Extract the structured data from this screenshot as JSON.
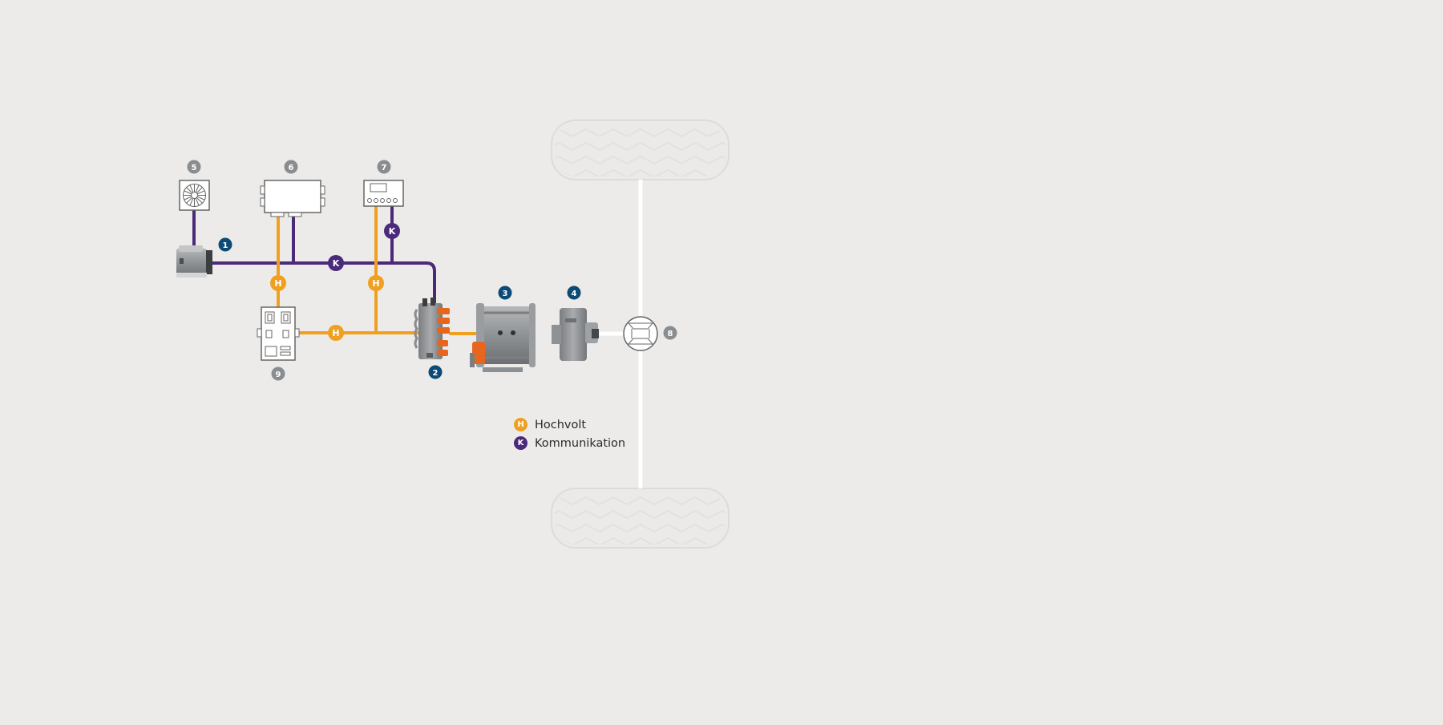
{
  "diagram": {
    "components": [
      {
        "id": "1",
        "badge_style": "blue"
      },
      {
        "id": "2",
        "badge_style": "blue"
      },
      {
        "id": "3",
        "badge_style": "blue"
      },
      {
        "id": "4",
        "badge_style": "blue"
      },
      {
        "id": "5",
        "badge_style": "gray"
      },
      {
        "id": "6",
        "badge_style": "gray"
      },
      {
        "id": "7",
        "badge_style": "gray"
      },
      {
        "id": "8",
        "badge_style": "gray"
      },
      {
        "id": "9",
        "badge_style": "gray"
      }
    ],
    "line_markers": {
      "high_voltage": "H",
      "communication": "K"
    },
    "legend": [
      {
        "marker": "H",
        "label": "Hochvolt",
        "color": "#f0a020"
      },
      {
        "marker": "K",
        "label": "Kommunikation",
        "color": "#4b2a7b"
      }
    ],
    "colors": {
      "high_voltage": "#f0a020",
      "communication": "#4b2a7b",
      "badge_blue": "#0d4a75",
      "badge_gray": "#8a8d90",
      "background": "#ecebe9",
      "component_orange": "#e8651e"
    }
  }
}
